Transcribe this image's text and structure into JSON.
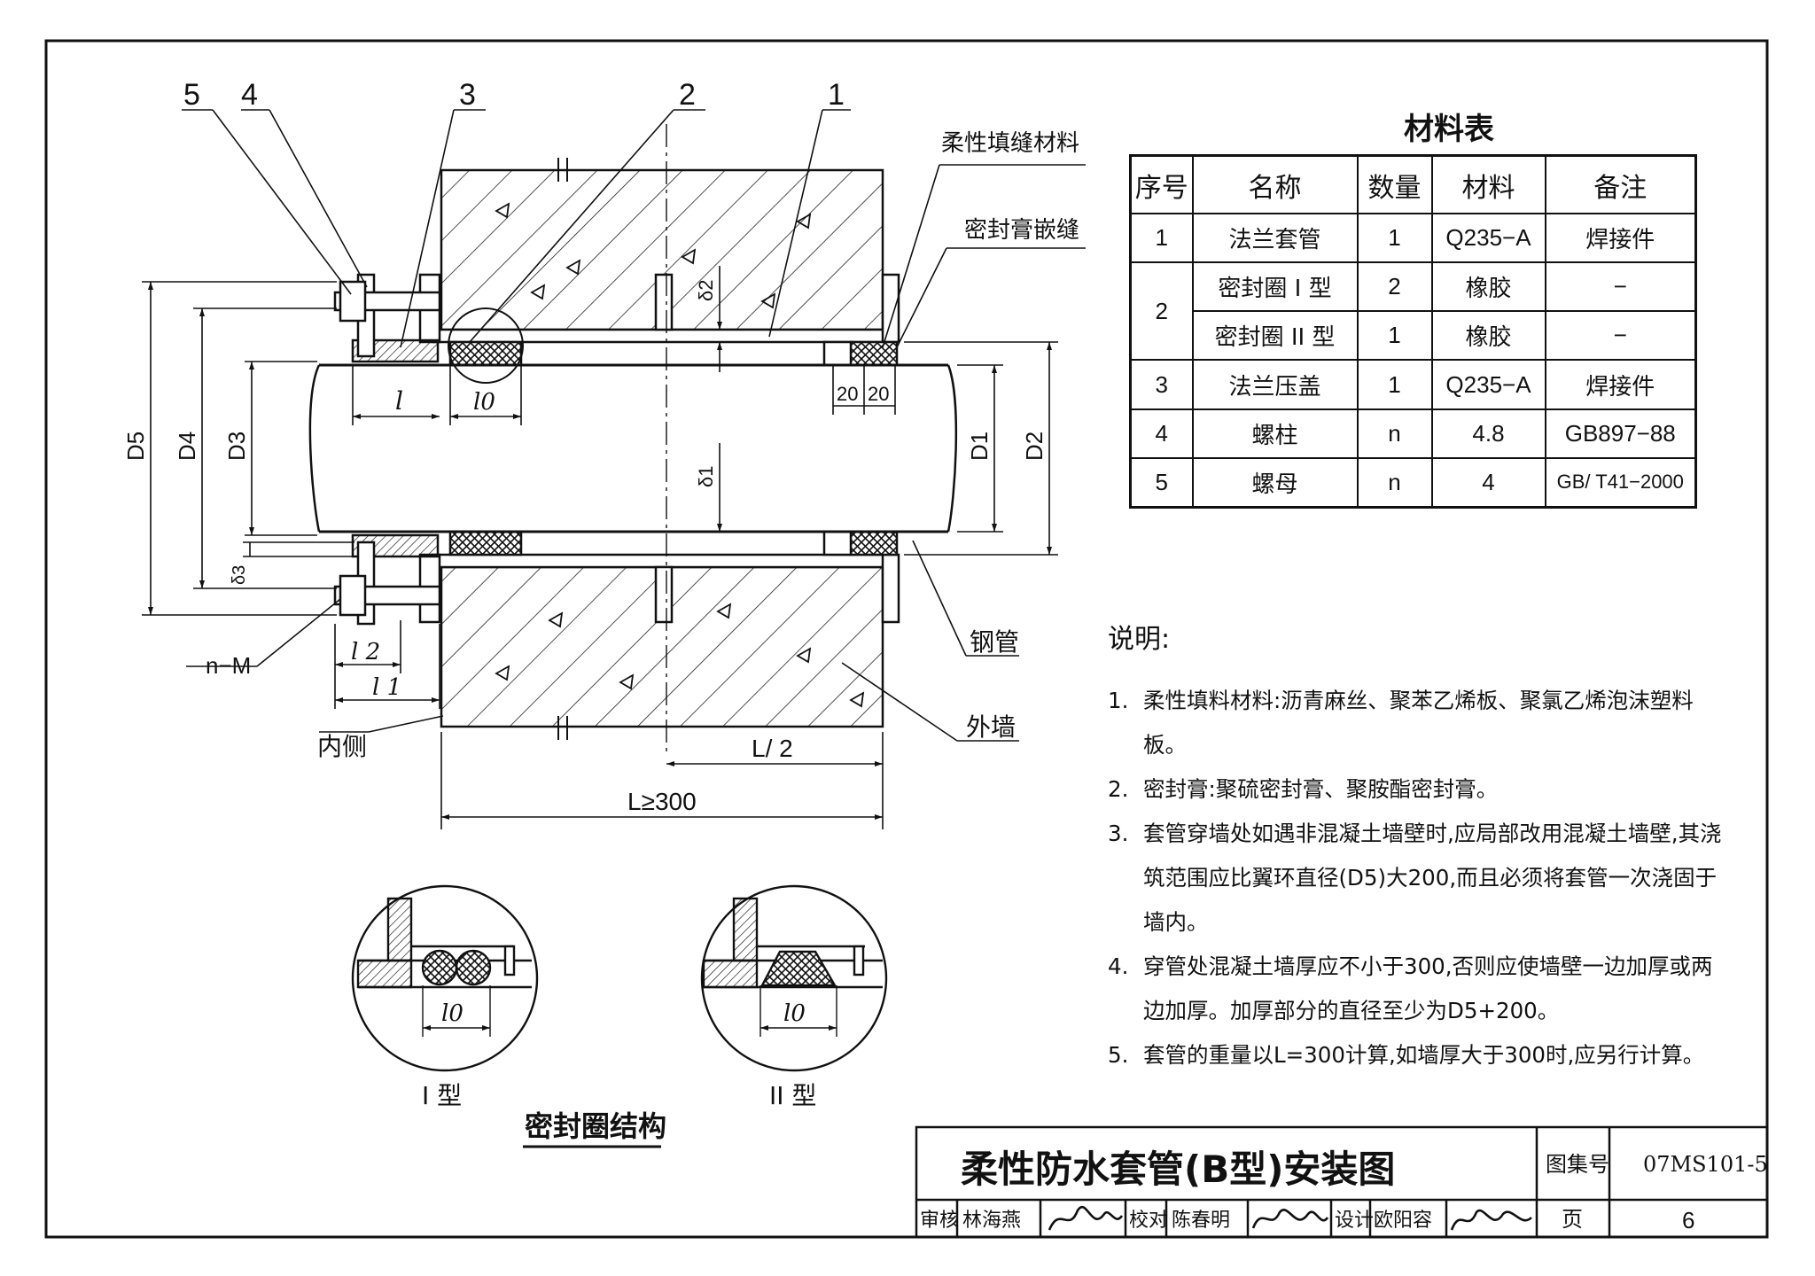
{
  "callouts": [
    "5",
    "4",
    "3",
    "2",
    "1"
  ],
  "labels": {
    "flexible_filler": "柔性填缝材料",
    "sealant_joint": "密封膏嵌缝",
    "steel_pipe": "钢管",
    "outer_wall": "外墙",
    "inner_side": "内侧",
    "bolt_spec": "n−M"
  },
  "dimensions": {
    "D5": "D5",
    "D4": "D4",
    "D3": "D3",
    "D1": "D1",
    "D2": "D2",
    "l": "l",
    "l0": "l0",
    "l1": "l 1",
    "l2": "l 2",
    "d1": "δ1",
    "d2": "δ2",
    "d3": "δ3",
    "w20a": "20",
    "w20b": "20",
    "half_len": "L/ 2",
    "total_len": "L≥300"
  },
  "seal_detail": {
    "type1": "I 型",
    "type2": "II 型",
    "l0": "l0",
    "caption": "密封圈结构"
  },
  "material_table": {
    "title": "材料表",
    "headers": [
      "序号",
      "名称",
      "数量",
      "材料",
      "备注"
    ],
    "rows": [
      {
        "no": "1",
        "name": "法兰套管",
        "qty": "1",
        "material": "Q235−A",
        "remark": "焊接件"
      },
      {
        "no": "2",
        "name": "密封圈 I 型",
        "qty": "2",
        "material": "橡胶",
        "remark": "−"
      },
      {
        "no": "",
        "name": "密封圈 II 型",
        "qty": "1",
        "material": "橡胶",
        "remark": "−"
      },
      {
        "no": "3",
        "name": "法兰压盖",
        "qty": "1",
        "material": "Q235−A",
        "remark": "焊接件"
      },
      {
        "no": "4",
        "name": "螺柱",
        "qty": "n",
        "material": "4.8",
        "remark": "GB897−88"
      },
      {
        "no": "5",
        "name": "螺母",
        "qty": "n",
        "material": "4",
        "remark": "GB/ T41−2000"
      }
    ]
  },
  "notes": {
    "heading": "说明:",
    "items": [
      {
        "n": "1.",
        "text": "柔性填料材料:沥青麻丝、聚苯乙烯板、聚氯乙烯泡沫塑料板。"
      },
      {
        "n": "2.",
        "text": "密封膏:聚硫密封膏、聚胺酯密封膏。"
      },
      {
        "n": "3.",
        "text": "套管穿墙处如遇非混凝土墙壁时,应局部改用混凝土墙壁,其浇筑范围应比翼环直径(D5)大200,而且必须将套管一次浇固于墙内。"
      },
      {
        "n": "4.",
        "text": "穿管处混凝土墙厚应不小于300,否则应使墙壁一边加厚或两边加厚。加厚部分的直径至少为D5+200。"
      },
      {
        "n": "5.",
        "text": "套管的重量以L=300计算,如墙厚大于300时,应另行计算。"
      }
    ]
  },
  "title_block": {
    "title": "柔性防水套管(B型)安装图",
    "atlas_label": "图集号",
    "atlas_no": "07MS101-5",
    "review_label": "审核",
    "reviewer": "林海燕",
    "check_label": "校对",
    "checker": "陈春明",
    "design_label": "设计",
    "designer": "欧阳容",
    "page_label": "页",
    "page_no": "6"
  }
}
